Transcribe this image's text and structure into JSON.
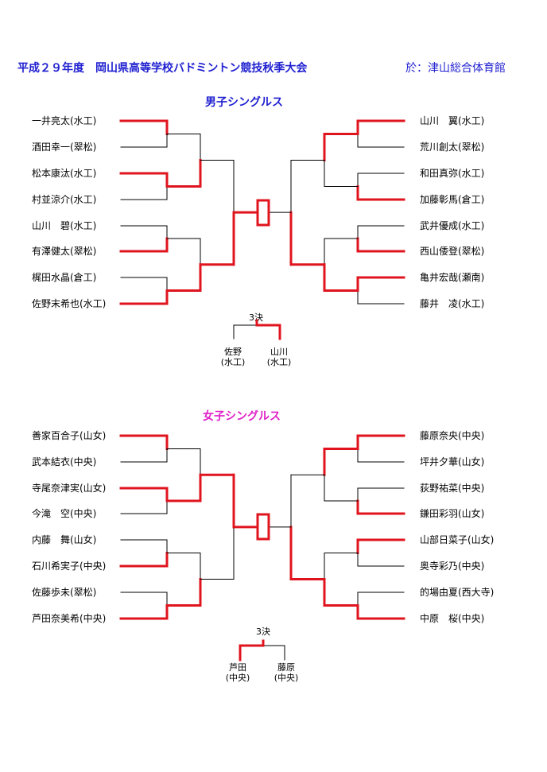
{
  "header": {
    "title": "平成２９年度　岡山県高等学校バドミントン競技秋季大会",
    "venue": "於：津山総合体育館"
  },
  "colors": {
    "winner_line": "#e0141e",
    "loser_line": "#000000",
    "header_blue": "#1f1fd1",
    "women_pink": "#e020c8"
  },
  "men": {
    "title": "男子シングルス",
    "left": [
      "一井亮太(水工)",
      "酒田幸一(翠松)",
      "松本康汰(水工)",
      "村並涼介(水工)",
      "山川　碧(水工)",
      "有澤健太(翠松)",
      "梶田水晶(倉工)",
      "佐野末希也(水工)"
    ],
    "right": [
      "山川　翼(水工)",
      "荒川創太(翠松)",
      "和田真弥(水工)",
      "加藤彰馬(倉工)",
      "武井優成(水工)",
      "西山倭登(翠松)",
      "亀井宏哉(瀬南)",
      "藤井　凌(水工)"
    ],
    "third_place": {
      "label": "3決",
      "p1_name": "佐野",
      "p1_school": "(水工)",
      "p2_name": "山川",
      "p2_school": "(水工)"
    }
  },
  "women": {
    "title": "女子シングルス",
    "left": [
      "善家百合子(山女)",
      "武本結衣(中央)",
      "寺尾奈津実(山女)",
      "今滝　空(中央)",
      "内藤　舞(山女)",
      "石川希実子(中央)",
      "佐藤歩未(翠松)",
      "芦田奈美希(中央)"
    ],
    "right": [
      "藤原奈央(中央)",
      "坪井夕華(山女)",
      "荻野祐菜(中央)",
      "鎌田彩羽(山女)",
      "山部日菜子(山女)",
      "奥寺彩乃(中央)",
      "的場由夏(西大寺)",
      "中原　桜(中央)"
    ],
    "third_place": {
      "label": "3決",
      "p1_name": "芦田",
      "p1_school": "(中央)",
      "p2_name": "藤原",
      "p2_school": "(中央)"
    }
  }
}
